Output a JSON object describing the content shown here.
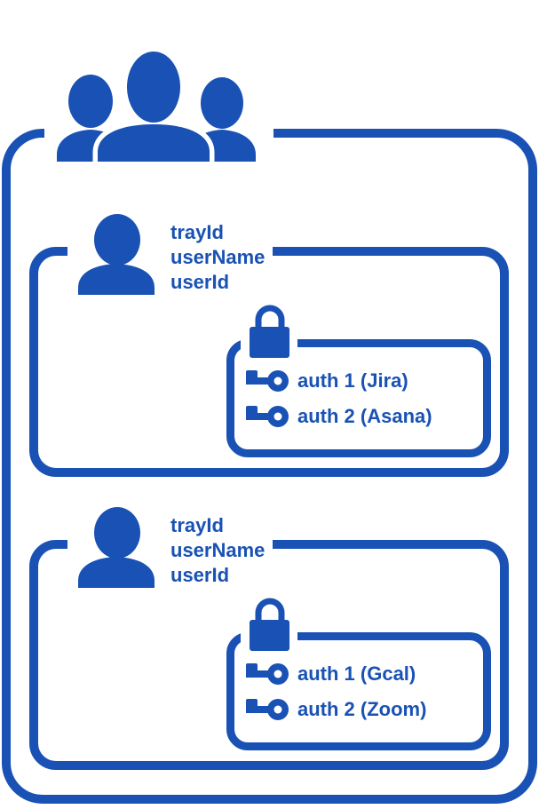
{
  "colors": {
    "accent": "#1952b4"
  },
  "group": {
    "icon": "users-group-icon"
  },
  "users": [
    {
      "avatar_icon": "user-icon",
      "fields": [
        "trayId",
        "userName",
        "userId"
      ],
      "lock_icon": "lock-icon",
      "auths": [
        {
          "icon": "key-icon",
          "label": "auth 1 (Jira)"
        },
        {
          "icon": "key-icon",
          "label": "auth 2 (Asana)"
        }
      ]
    },
    {
      "avatar_icon": "user-icon",
      "fields": [
        "trayId",
        "userName",
        "userId"
      ],
      "lock_icon": "lock-icon",
      "auths": [
        {
          "icon": "key-icon",
          "label": "auth 1 (Gcal)"
        },
        {
          "icon": "key-icon",
          "label": "auth 2 (Zoom)"
        }
      ]
    }
  ]
}
